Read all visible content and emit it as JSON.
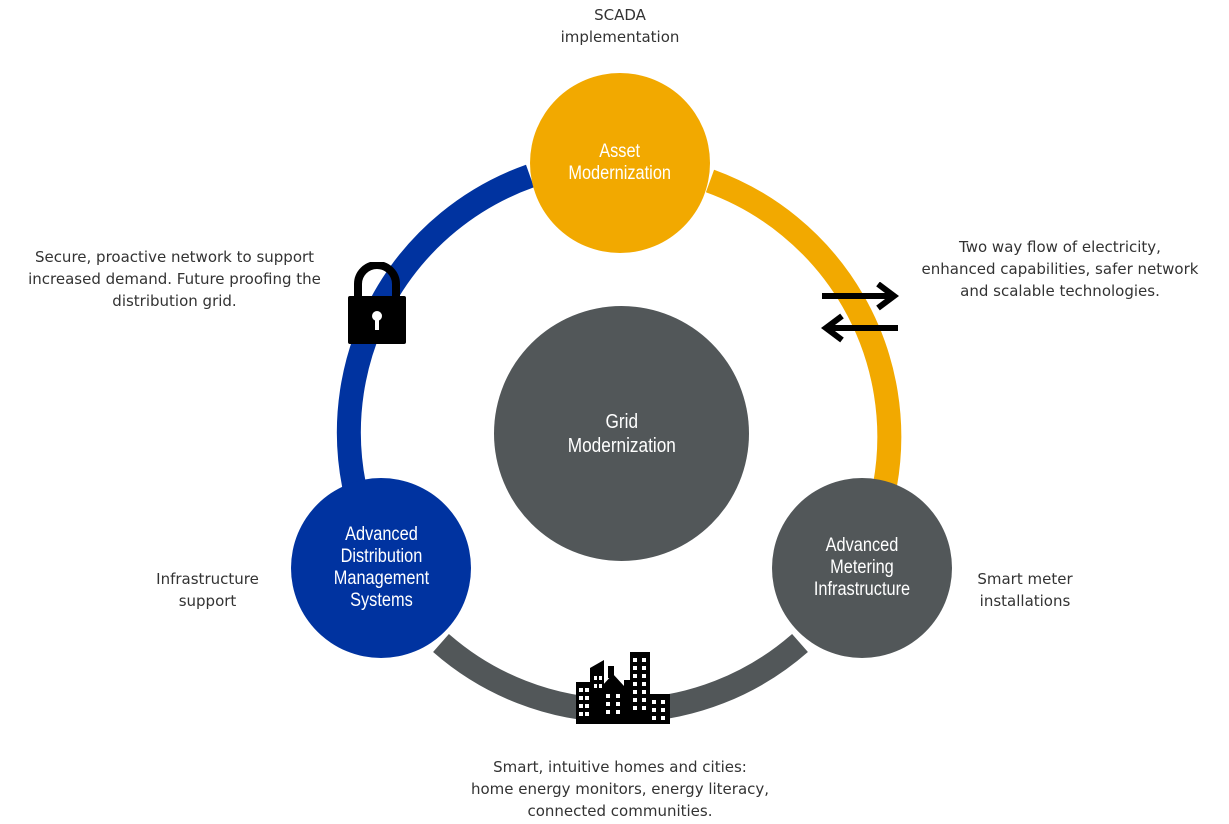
{
  "colors": {
    "orange": "#F2A900",
    "blue": "#0033A0",
    "gray": "#525759",
    "text": "#333333"
  },
  "center": {
    "label": "Grid\nModernization"
  },
  "nodes": {
    "asset": "Asset\nModernization",
    "ami": "Advanced\nMetering\nInfrastructure",
    "adms": "Advanced\nDistribution\nManagement\nSystems"
  },
  "notes": {
    "scada": "SCADA\nimplementation",
    "two_way": "Two way flow of electricity,\nenhanced capabilities, safer network\nand scalable technologies.",
    "secure": "Secure, proactive network to support\nincreased demand. Future proofing the\ndistribution grid.",
    "smart_meter": "Smart meter\ninstallations",
    "infrastructure": "Infrastructure\nsupport",
    "smart_homes": "Smart, intuitive homes and cities:\nhome energy monitors, energy literacy,\nconnected communities."
  },
  "icons": {
    "lock": "padlock-icon",
    "arrows": "bidirectional-arrows-icon",
    "city": "city-buildings-icon"
  }
}
